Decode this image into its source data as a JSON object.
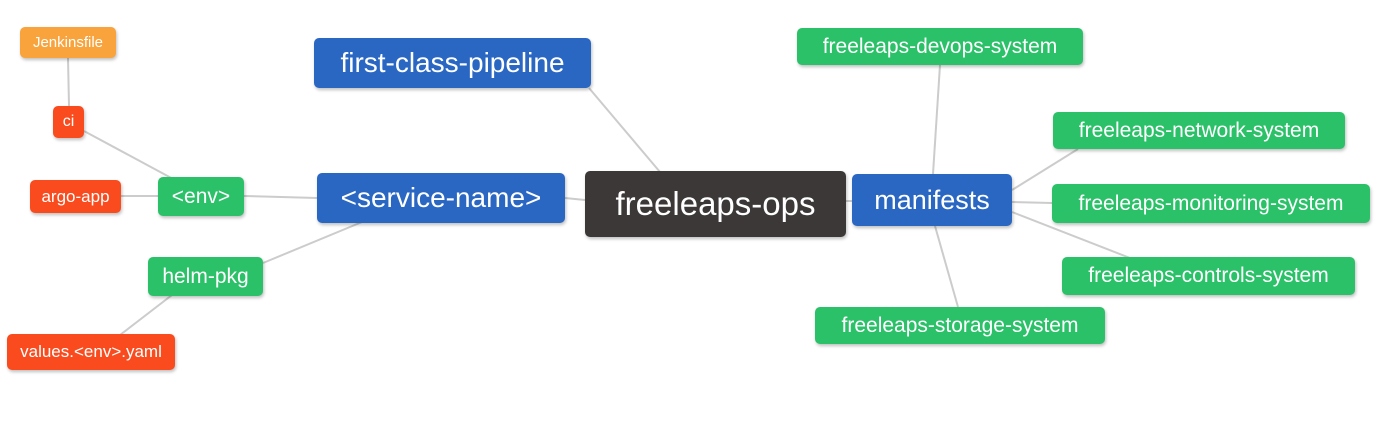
{
  "mindmap": {
    "title": "freeleaps-ops mind map",
    "root_label": "freeleaps-ops",
    "colors": {
      "root": "#3C3838",
      "branch_blue": "#2A67C3",
      "leaf_green": "#2BC168",
      "leaf_red": "#F94B1E",
      "leaf_orange": "#F8A33B",
      "edge": "#CCCCCC",
      "text": "#FFFFFF",
      "background": "#FFFFFF"
    },
    "nodes": [
      {
        "id": "jenkinsfile",
        "label": "Jenkinsfile",
        "level": 4,
        "color_role": "leaf_orange"
      },
      {
        "id": "ci",
        "label": "ci",
        "level": 3,
        "color_role": "leaf_red"
      },
      {
        "id": "argo-app",
        "label": "argo-app",
        "level": 3,
        "color_role": "leaf_red"
      },
      {
        "id": "env",
        "label": "<env>",
        "level": 2,
        "color_role": "leaf_green"
      },
      {
        "id": "helm-pkg",
        "label": "helm-pkg",
        "level": 2,
        "color_role": "leaf_green"
      },
      {
        "id": "values-env-yaml",
        "label": "values.<env>.yaml",
        "level": 3,
        "color_role": "leaf_red"
      },
      {
        "id": "first-class-pipeline",
        "label": "first-class-pipeline",
        "level": 1,
        "color_role": "branch_blue"
      },
      {
        "id": "service-name",
        "label": "<service-name>",
        "level": 1,
        "color_role": "branch_blue"
      },
      {
        "id": "freeleaps-ops",
        "label": "freeleaps-ops",
        "level": 0,
        "color_role": "root"
      },
      {
        "id": "manifests",
        "label": "manifests",
        "level": 1,
        "color_role": "branch_blue"
      },
      {
        "id": "freeleaps-devops-system",
        "label": "freeleaps-devops-system",
        "level": 2,
        "color_role": "leaf_green"
      },
      {
        "id": "freeleaps-network-system",
        "label": "freeleaps-network-system",
        "level": 2,
        "color_role": "leaf_green"
      },
      {
        "id": "freeleaps-monitoring-system",
        "label": "freeleaps-monitoring-system",
        "level": 2,
        "color_role": "leaf_green"
      },
      {
        "id": "freeleaps-controls-system",
        "label": "freeleaps-controls-system",
        "level": 2,
        "color_role": "leaf_green"
      },
      {
        "id": "freeleaps-storage-system",
        "label": "freeleaps-storage-system",
        "level": 2,
        "color_role": "leaf_green"
      }
    ],
    "edges": [
      {
        "from": "jenkinsfile",
        "to": "ci"
      },
      {
        "from": "ci",
        "to": "env"
      },
      {
        "from": "argo-app",
        "to": "env"
      },
      {
        "from": "env",
        "to": "service-name"
      },
      {
        "from": "helm-pkg",
        "to": "service-name"
      },
      {
        "from": "values-env-yaml",
        "to": "helm-pkg"
      },
      {
        "from": "first-class-pipeline",
        "to": "freeleaps-ops"
      },
      {
        "from": "service-name",
        "to": "freeleaps-ops"
      },
      {
        "from": "freeleaps-ops",
        "to": "manifests"
      },
      {
        "from": "manifests",
        "to": "freeleaps-devops-system"
      },
      {
        "from": "manifests",
        "to": "freeleaps-network-system"
      },
      {
        "from": "manifests",
        "to": "freeleaps-monitoring-system"
      },
      {
        "from": "manifests",
        "to": "freeleaps-controls-system"
      },
      {
        "from": "manifests",
        "to": "freeleaps-storage-system"
      }
    ]
  }
}
